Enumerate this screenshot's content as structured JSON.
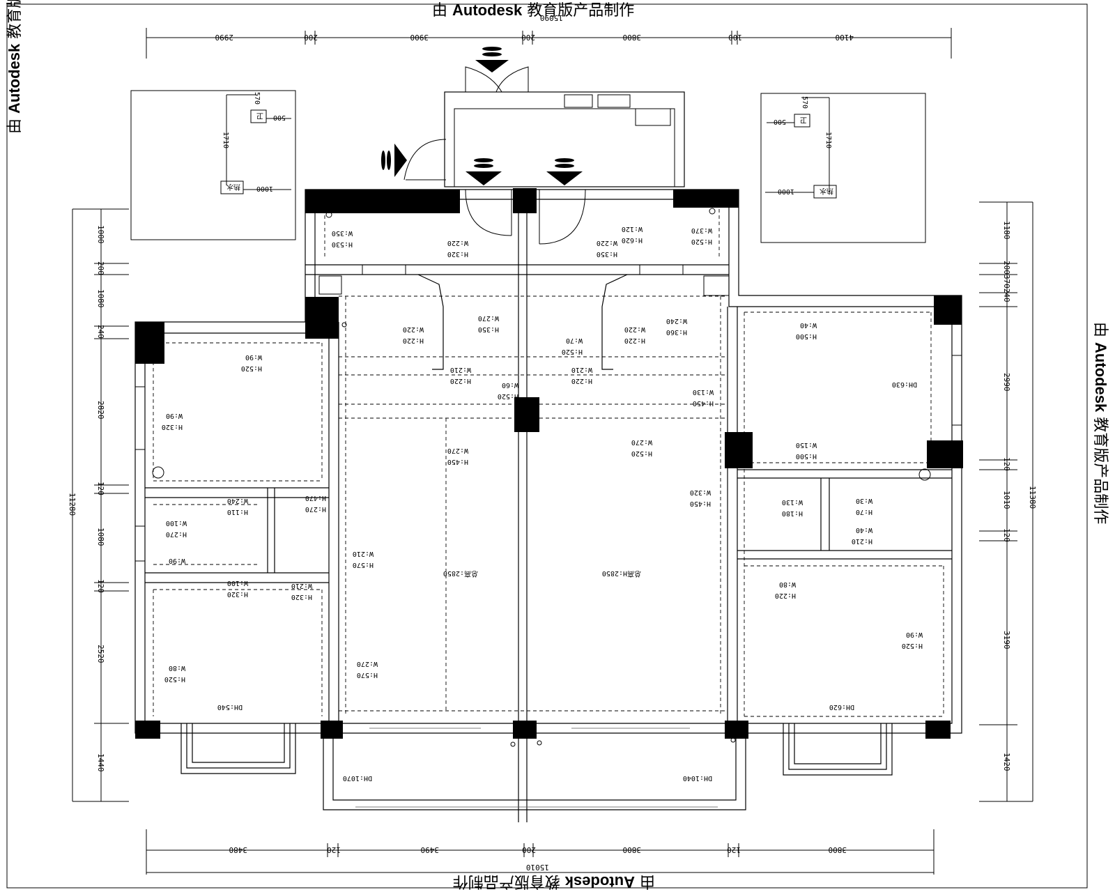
{
  "watermark": {
    "prefix": "由 ",
    "brand": "Autodesk",
    "suffix": " 教育版产品制作"
  },
  "dims": {
    "top": [
      "2990",
      "200",
      "3900",
      "200",
      "3800",
      "100",
      "4100"
    ],
    "top_total": "15090",
    "bottom": [
      "3480",
      "120",
      "3490",
      "200",
      "3800",
      "120",
      "3800"
    ],
    "bottom_total": "15010",
    "left": [
      "1000",
      "200",
      "1080",
      "240",
      "2820",
      "120",
      "1080",
      "120",
      "2520",
      "1440"
    ],
    "left_total": "11280",
    "right": [
      "1180",
      "200370240",
      "2990",
      "120",
      "1010",
      "120",
      "3190",
      "1420"
    ],
    "right_total": "11380"
  },
  "insets": {
    "left": {
      "labels": [
        "570",
        "500",
        "1710",
        "1000"
      ],
      "tags": [
        "卫",
        "热水"
      ]
    },
    "right": {
      "labels": [
        "570",
        "500",
        "1710",
        "1000"
      ],
      "tags": [
        "卫",
        "热水"
      ]
    }
  },
  "room_labels": [
    "H:530",
    "W:350",
    "H:320",
    "W:220",
    "H:350",
    "W:220",
    "H:620",
    "W:120",
    "H:520",
    "W:370",
    "H:220",
    "W:220",
    "H:350",
    "W:270",
    "H:520",
    "W:70",
    "H:220",
    "W:220",
    "H:360",
    "W:240",
    "H:520",
    "W:90",
    "H:320",
    "W:90",
    "H:220",
    "W:210",
    "H:520",
    "W:60",
    "H:220",
    "W:210",
    "H:450",
    "W:130",
    "H:500",
    "W:40",
    "DH:630",
    "H:450",
    "W:270",
    "H:520",
    "W:270",
    "H:500",
    "W:150",
    "H:270",
    "W:100",
    "H:110",
    "W:240",
    "H:270",
    "H:470",
    "W:90",
    "H:320",
    "W:100",
    "H:570",
    "W:210",
    "H:450",
    "W:320",
    "H:180",
    "W:130",
    "H:70",
    "W:30",
    "H:210",
    "W:40",
    "H:320",
    "W:210",
    "H:220",
    "W:80",
    "H:520",
    "W:90",
    "H:570",
    "W:270",
    "H:520",
    "W:80",
    "DH:540",
    "DH:620",
    "DH:1070",
    "DH:1040"
  ],
  "ceiling_labels": [
    "总高:2850",
    "总高H:2850"
  ]
}
